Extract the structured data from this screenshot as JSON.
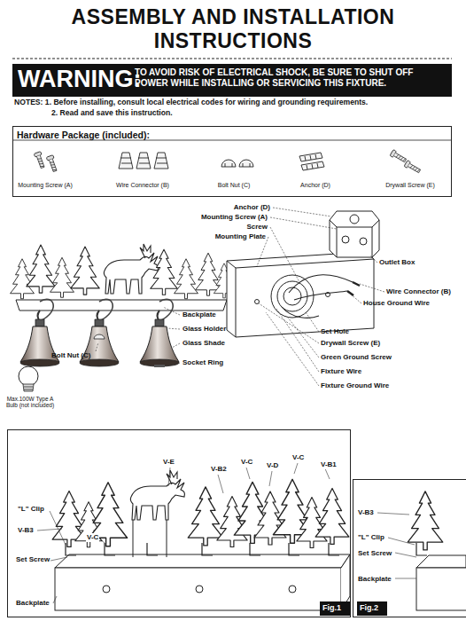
{
  "diagram": {
    "title": "ASSEMBLY AND INSTALLATION INSTRUCTIONS",
    "nodes": [
      {
        "text": [
          "WARNING:",
          "TO AVOID RISK OF ELECTRICAL SHOCK, BE SURE TO SHUT OFF POWER WHILE INSTALLING OR SERVICING THIS FIXTURE."
        ]
      },
      {
        "text": [
          "Hardware Package (included):",
          "Mounting Screw (A)",
          "Wire Connector (B)",
          "Bolt Nut (C)",
          "Anchor (D)",
          "Drywall Screw (E)"
        ]
      },
      {
        "text": [
          "V-E",
          "V-B2",
          "V-C",
          "V-D",
          "V-C",
          "V-B1",
          "\"L\" Clip",
          "V-B3",
          "V-C",
          "Set Screw",
          "Backplate"
        ]
      },
      {
        "text": [
          "Fig.1"
        ],
        "in": 2
      },
      {
        "text": [
          "V-B3",
          "\"L\" Clip",
          "Set Screw",
          "Backplate"
        ]
      },
      {
        "text": [
          "Fig.2"
        ],
        "in": 4
      }
    ],
    "labels": [
      "NOTES: 1. Before installing, consult local electrical codes for wiring and grounding requirements.",
      "2. Read and save this instruction.",
      "Anchor (D)",
      "Mounting Screw (A)",
      "Screw",
      "Mounting Plate",
      "Outlet Box",
      "Wire Connector (B)",
      "House Ground Wire",
      "Set Hole",
      "Drywall Screw (E)",
      "Green Ground Screw",
      "Fixture Wire",
      "Fixture Ground Wire",
      "Backplate",
      "Glass Holder",
      "Glass Shade",
      "Socket Ring",
      "Bolt Nut (C)",
      "Max.100W Type A Bulb (not included)"
    ]
  }
}
